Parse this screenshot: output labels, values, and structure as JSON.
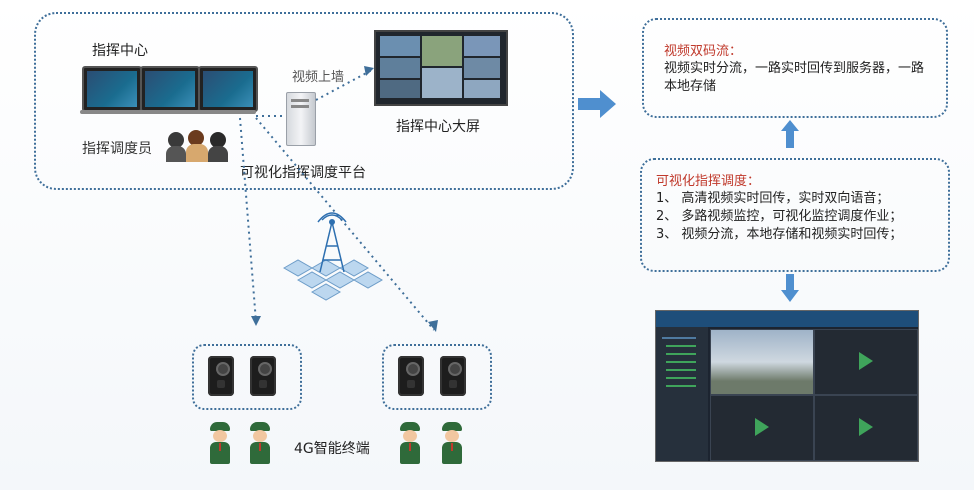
{
  "command_center": {
    "title": "指挥中心",
    "dispatcher_label": "指挥调度员",
    "platform_label": "可视化指挥调度平台",
    "video_wall_label": "视频上墙",
    "big_screen_label": "指挥中心大屏"
  },
  "dual_stream": {
    "title": "视频双码流：",
    "body": "视频实时分流，一路实时回传到服务器，一路本地存储"
  },
  "visual_dispatch": {
    "title": "可视化指挥调度：",
    "items": [
      "1、 高清视频实时回传，实时双向语音；",
      "2、 多路视频监控，可视化监控调度作业；",
      "3、 视频分流，本地存储和视频实时回传；"
    ]
  },
  "terminals_label": "4G智能终端",
  "colors": {
    "dotted_border": "#3f6f9a",
    "arrow": "#4f8fcf",
    "title_red": "#c0392b"
  }
}
